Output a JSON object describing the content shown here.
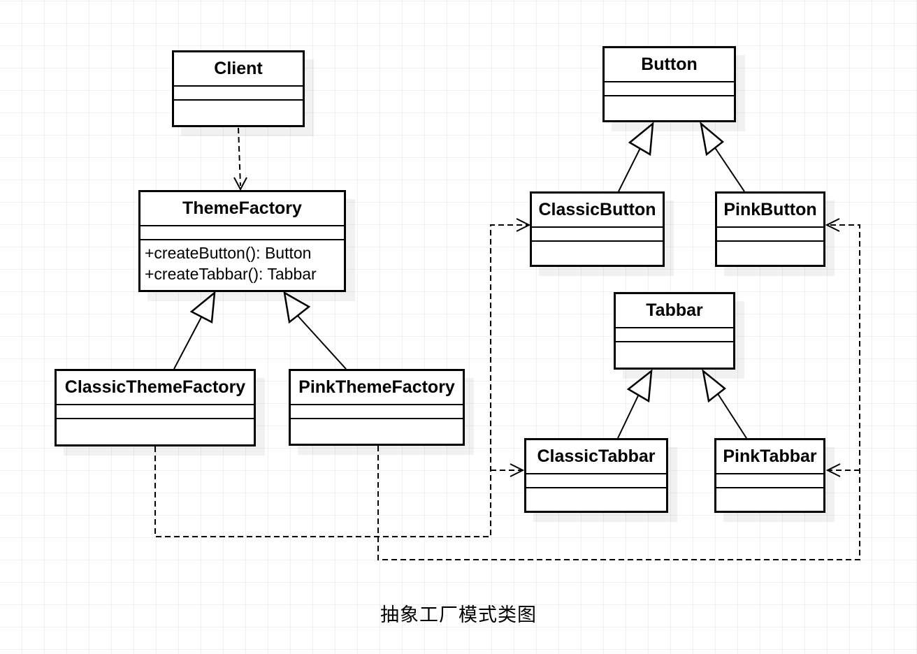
{
  "diagram": {
    "caption": "抽象工厂模式类图",
    "classes": {
      "client": {
        "name": "Client"
      },
      "theme_factory": {
        "name": "ThemeFactory",
        "methods": [
          "+createButton(): Button",
          "+createTabbar(): Tabbar"
        ]
      },
      "classic_theme_factory": {
        "name": "ClassicThemeFactory"
      },
      "pink_theme_factory": {
        "name": "PinkThemeFactory"
      },
      "button": {
        "name": "Button"
      },
      "classic_button": {
        "name": "ClassicButton"
      },
      "pink_button": {
        "name": "PinkButton"
      },
      "tabbar": {
        "name": "Tabbar"
      },
      "classic_tabbar": {
        "name": "ClassicTabbar"
      },
      "pink_tabbar": {
        "name": "PinkTabbar"
      }
    },
    "relationships": [
      {
        "type": "dependency",
        "from": "Client",
        "to": "ThemeFactory"
      },
      {
        "type": "generalization",
        "from": "ClassicThemeFactory",
        "to": "ThemeFactory"
      },
      {
        "type": "generalization",
        "from": "PinkThemeFactory",
        "to": "ThemeFactory"
      },
      {
        "type": "generalization",
        "from": "ClassicButton",
        "to": "Button"
      },
      {
        "type": "generalization",
        "from": "PinkButton",
        "to": "Button"
      },
      {
        "type": "generalization",
        "from": "ClassicTabbar",
        "to": "Tabbar"
      },
      {
        "type": "generalization",
        "from": "PinkTabbar",
        "to": "Tabbar"
      },
      {
        "type": "dependency",
        "from": "ClassicThemeFactory",
        "to": "ClassicButton"
      },
      {
        "type": "dependency",
        "from": "ClassicThemeFactory",
        "to": "ClassicTabbar"
      },
      {
        "type": "dependency",
        "from": "PinkThemeFactory",
        "to": "PinkButton"
      },
      {
        "type": "dependency",
        "from": "PinkThemeFactory",
        "to": "PinkTabbar"
      }
    ],
    "colors": {
      "stroke": "#000000",
      "box_fill": "#ffffff",
      "grid": "#f0f0f4",
      "background": "#ffffff"
    }
  }
}
